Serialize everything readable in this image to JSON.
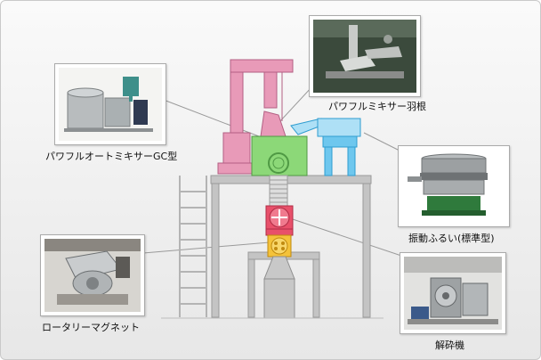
{
  "labels": {
    "mixer_gc": "パワフルオートミキサーGC型",
    "mixer_blade": "パワフルミキサー羽根",
    "vibrating_sieve": "振動ふるい(標準型)",
    "rotary_magnet": "ロータリーマグネット",
    "crusher": "解砕機"
  },
  "colors": {
    "mixer": "#8cd878",
    "duct": "#e89ab8",
    "sieve": "#6ec7ee",
    "crusher": "#e8506a",
    "magnet": "#f4c23a",
    "hopper": "#c8c8c8",
    "frame": "#bbbbbb"
  }
}
